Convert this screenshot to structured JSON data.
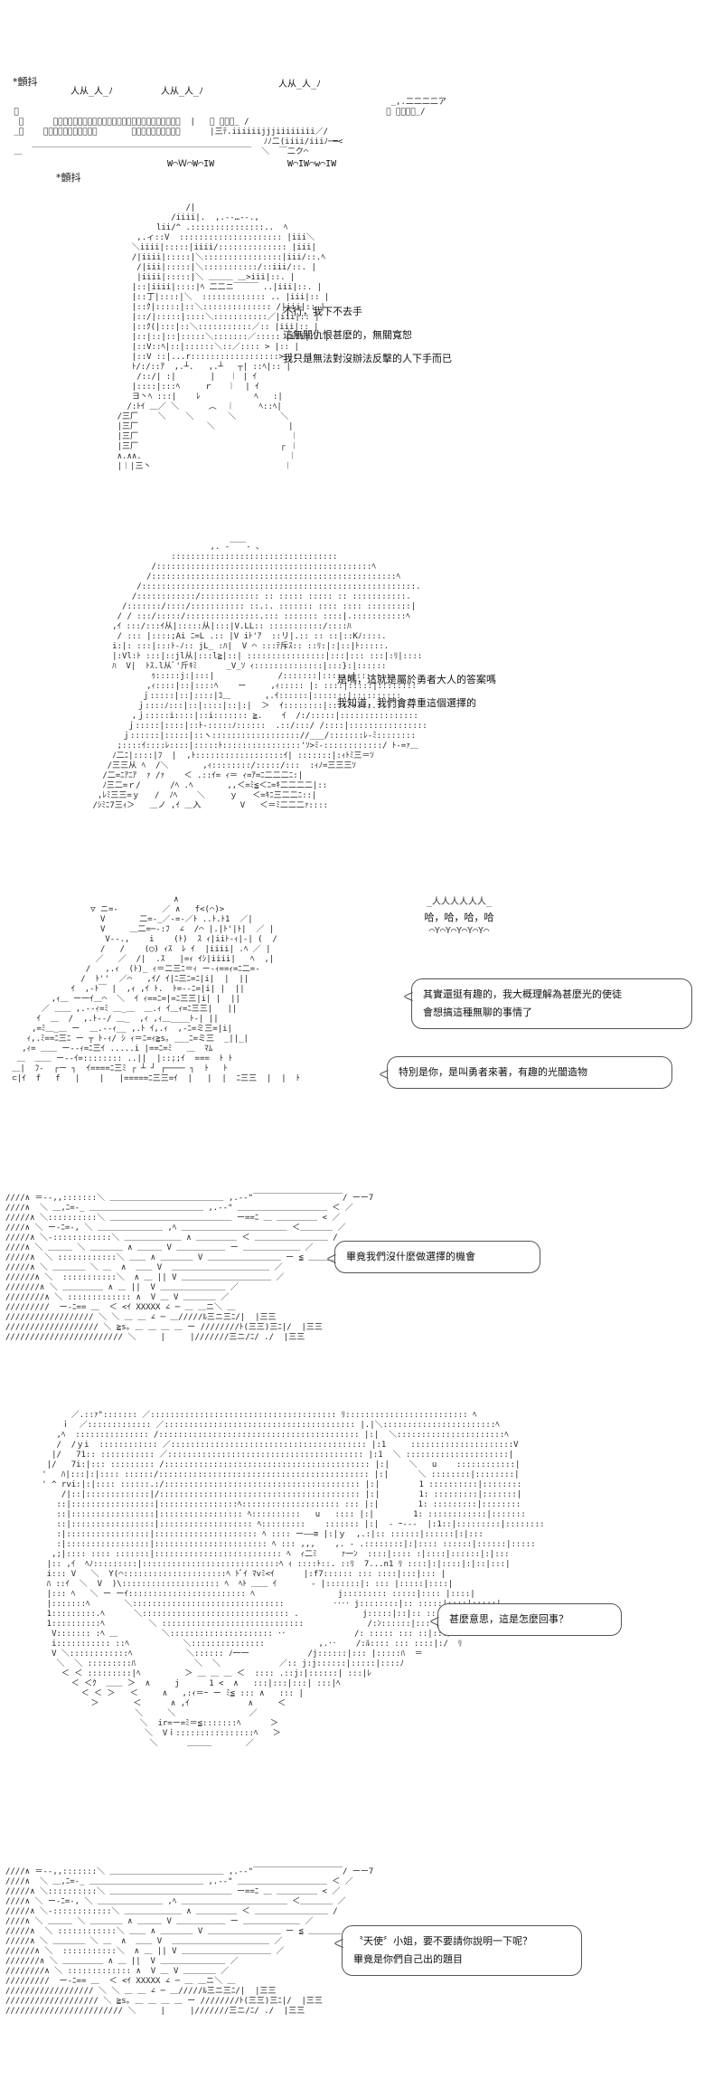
{
  "panel1": {
    "sfx_top": "*顫抖",
    "sfx_bottom": "*顫抖",
    "shout_1": "人从_人_ﾉ",
    "shout_2": "人从_人_ﾉ",
    "shout_3": "人从_人_ﾉ",
    "shout_4": "W⌒Ｗ⌒W⌒IW",
    "shout_5": "W⌒IW⌒w⌒IW"
  },
  "panel2": {
    "lines": [
      "不行，我下不去手",
      "這無關仇恨甚麽的，無關寬恕",
      "我只是無法對沒辦法反擊的人下手而已"
    ]
  },
  "panel3": {
    "lines": [
      "是嗎，這就是屬於勇者大人的答案嗎",
      "我知道，我們會尊重這個選擇的"
    ]
  },
  "panel4": {
    "laugh": "哈，哈，哈，哈",
    "bubble1": [
      "其實還挺有趣的，我大概理解為甚麼光的使徒",
      "會想搞這種無聊的事情了"
    ],
    "bubble2": [
      "特別是你，是叫勇者來著，有趣的光闇造物"
    ]
  },
  "panel5": {
    "bubble": [
      "畢竟我們沒什麼做選擇的機會"
    ]
  },
  "panel6": {
    "bubble": [
      "甚麼意思，這是怎麼回事？"
    ]
  },
  "panel7": {
    "bubble": [
      "〝天使〞小姐，要不要請你說明一下呢？",
      "畢竟是你們自己出的題目"
    ]
  }
}
